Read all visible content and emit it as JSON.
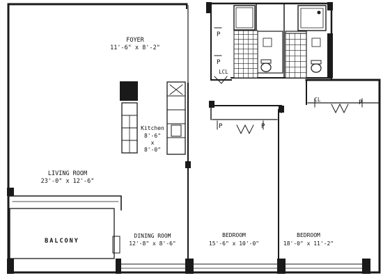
{
  "rooms": {
    "foyer": {
      "name": "FOYER",
      "dims": "11'-6\" x 8'-2\""
    },
    "kitchen": {
      "name": "Kitchen",
      "dim1": "8'-6\"",
      "x": "x",
      "dim2": "8'-0\""
    },
    "living": {
      "name": "LIVING ROOM",
      "dims": "23'-0\" x 12'-6\""
    },
    "balcony": {
      "name": "BALCONY"
    },
    "dining": {
      "name": "DINING ROOM",
      "dims": "12'-8\" x 8'-6\""
    },
    "bedroom1": {
      "name": "BEDROOM",
      "dims": "15'-6\" x 10'-0\""
    },
    "bedroom2": {
      "name": "BEDROOM",
      "dims": "18'-0\" x 11'-2\""
    }
  },
  "closet_marks": [
    "LCL",
    "CL"
  ]
}
